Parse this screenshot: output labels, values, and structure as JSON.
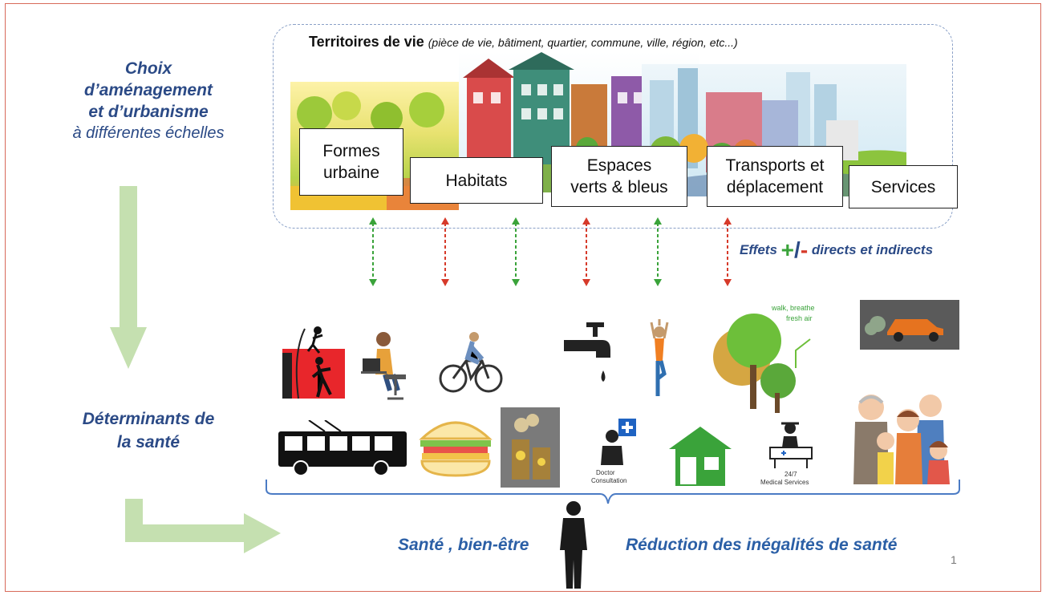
{
  "left": {
    "choix_line1": "Choix",
    "choix_line2": "d’aménagement",
    "choix_line3": "et d’urbanisme",
    "choix_line4": "à différentes échelles",
    "determinants_line1": "Déterminants de",
    "determinants_line2": "la santé"
  },
  "territoires": {
    "title": "Territoires de vie",
    "subtitle": "(pièce de vie, bâtiment, quartier, commune, ville, région, etc...)"
  },
  "boxes": [
    {
      "line1": "Formes",
      "line2": "urbaine"
    },
    {
      "line1": "Habitats",
      "line2": ""
    },
    {
      "line1": "Espaces",
      "line2": "verts & bleus"
    },
    {
      "line1": "Transports et",
      "line2": "déplacement"
    },
    {
      "line1": "Services",
      "line2": ""
    }
  ],
  "effets": {
    "prefix": "Effets",
    "plus": "+",
    "slash": "/",
    "minus": "-",
    "suffix": "directs et indirects"
  },
  "arrows": [
    {
      "color": "#3aa33a"
    },
    {
      "color": "#d63a2a"
    },
    {
      "color": "#3aa33a"
    },
    {
      "color": "#d63a2a"
    },
    {
      "color": "#3aa33a"
    },
    {
      "color": "#d63a2a"
    }
  ],
  "icons": {
    "walk_line1": "walk, breathe",
    "walk_line2": "fresh air",
    "doctor_line1": "Doctor",
    "doctor_line2": "Consultation",
    "medical_line1": "24/7",
    "medical_line2": "Medical Services"
  },
  "bottom": {
    "sante": "Santé , bien-être",
    "reduction": "Réduction des inégalités de santé",
    "page": "1"
  },
  "colors": {
    "title_blue": "#2b4a86",
    "bottom_blue": "#2b5fa6",
    "green_arrow": "#3aa33a",
    "red_arrow": "#d63a2a",
    "flow_arrow": "#c5e0b0",
    "frame": "#d86a5a"
  }
}
